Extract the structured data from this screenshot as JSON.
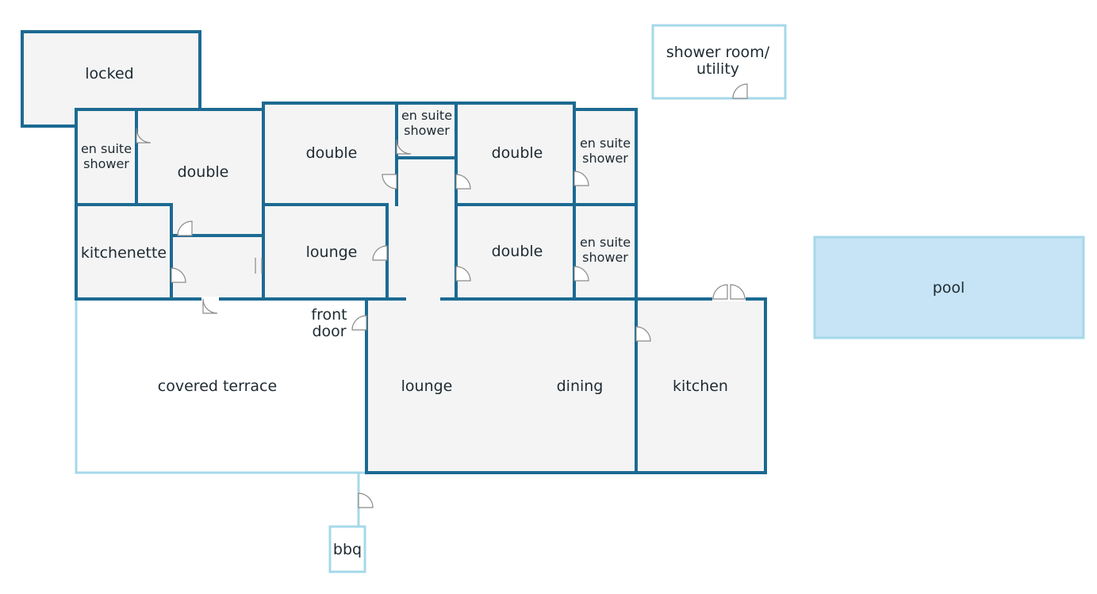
{
  "colors": {
    "wall": "#1c6a92",
    "outline_light": "#a6d8ea",
    "room_fill": "#f4f4f4",
    "pool_fill": "#c6e4f5",
    "label": "#1e2a32"
  },
  "rooms": {
    "locked": "locked",
    "shower_utility_line1": "shower room/",
    "shower_utility_line2": "utility",
    "ensuite_left_line1": "en suite",
    "ensuite_left_line2": "shower",
    "double_left": "double",
    "double_center": "double",
    "ensuite_center_line1": "en suite",
    "ensuite_center_line2": "shower",
    "double_right_top": "double",
    "ensuite_right_top_line1": "en suite",
    "ensuite_right_top_line2": "shower",
    "kitchenette": "kitchenette",
    "lounge_small": "lounge",
    "double_right_bottom": "double",
    "ensuite_right_bottom_line1": "en suite",
    "ensuite_right_bottom_line2": "shower",
    "pool": "pool",
    "front_door_line1": "front",
    "front_door_line2": "door",
    "covered_terrace": "covered terrace",
    "lounge_large": "lounge",
    "dining": "dining",
    "kitchen": "kitchen",
    "bbq": "bbq"
  }
}
